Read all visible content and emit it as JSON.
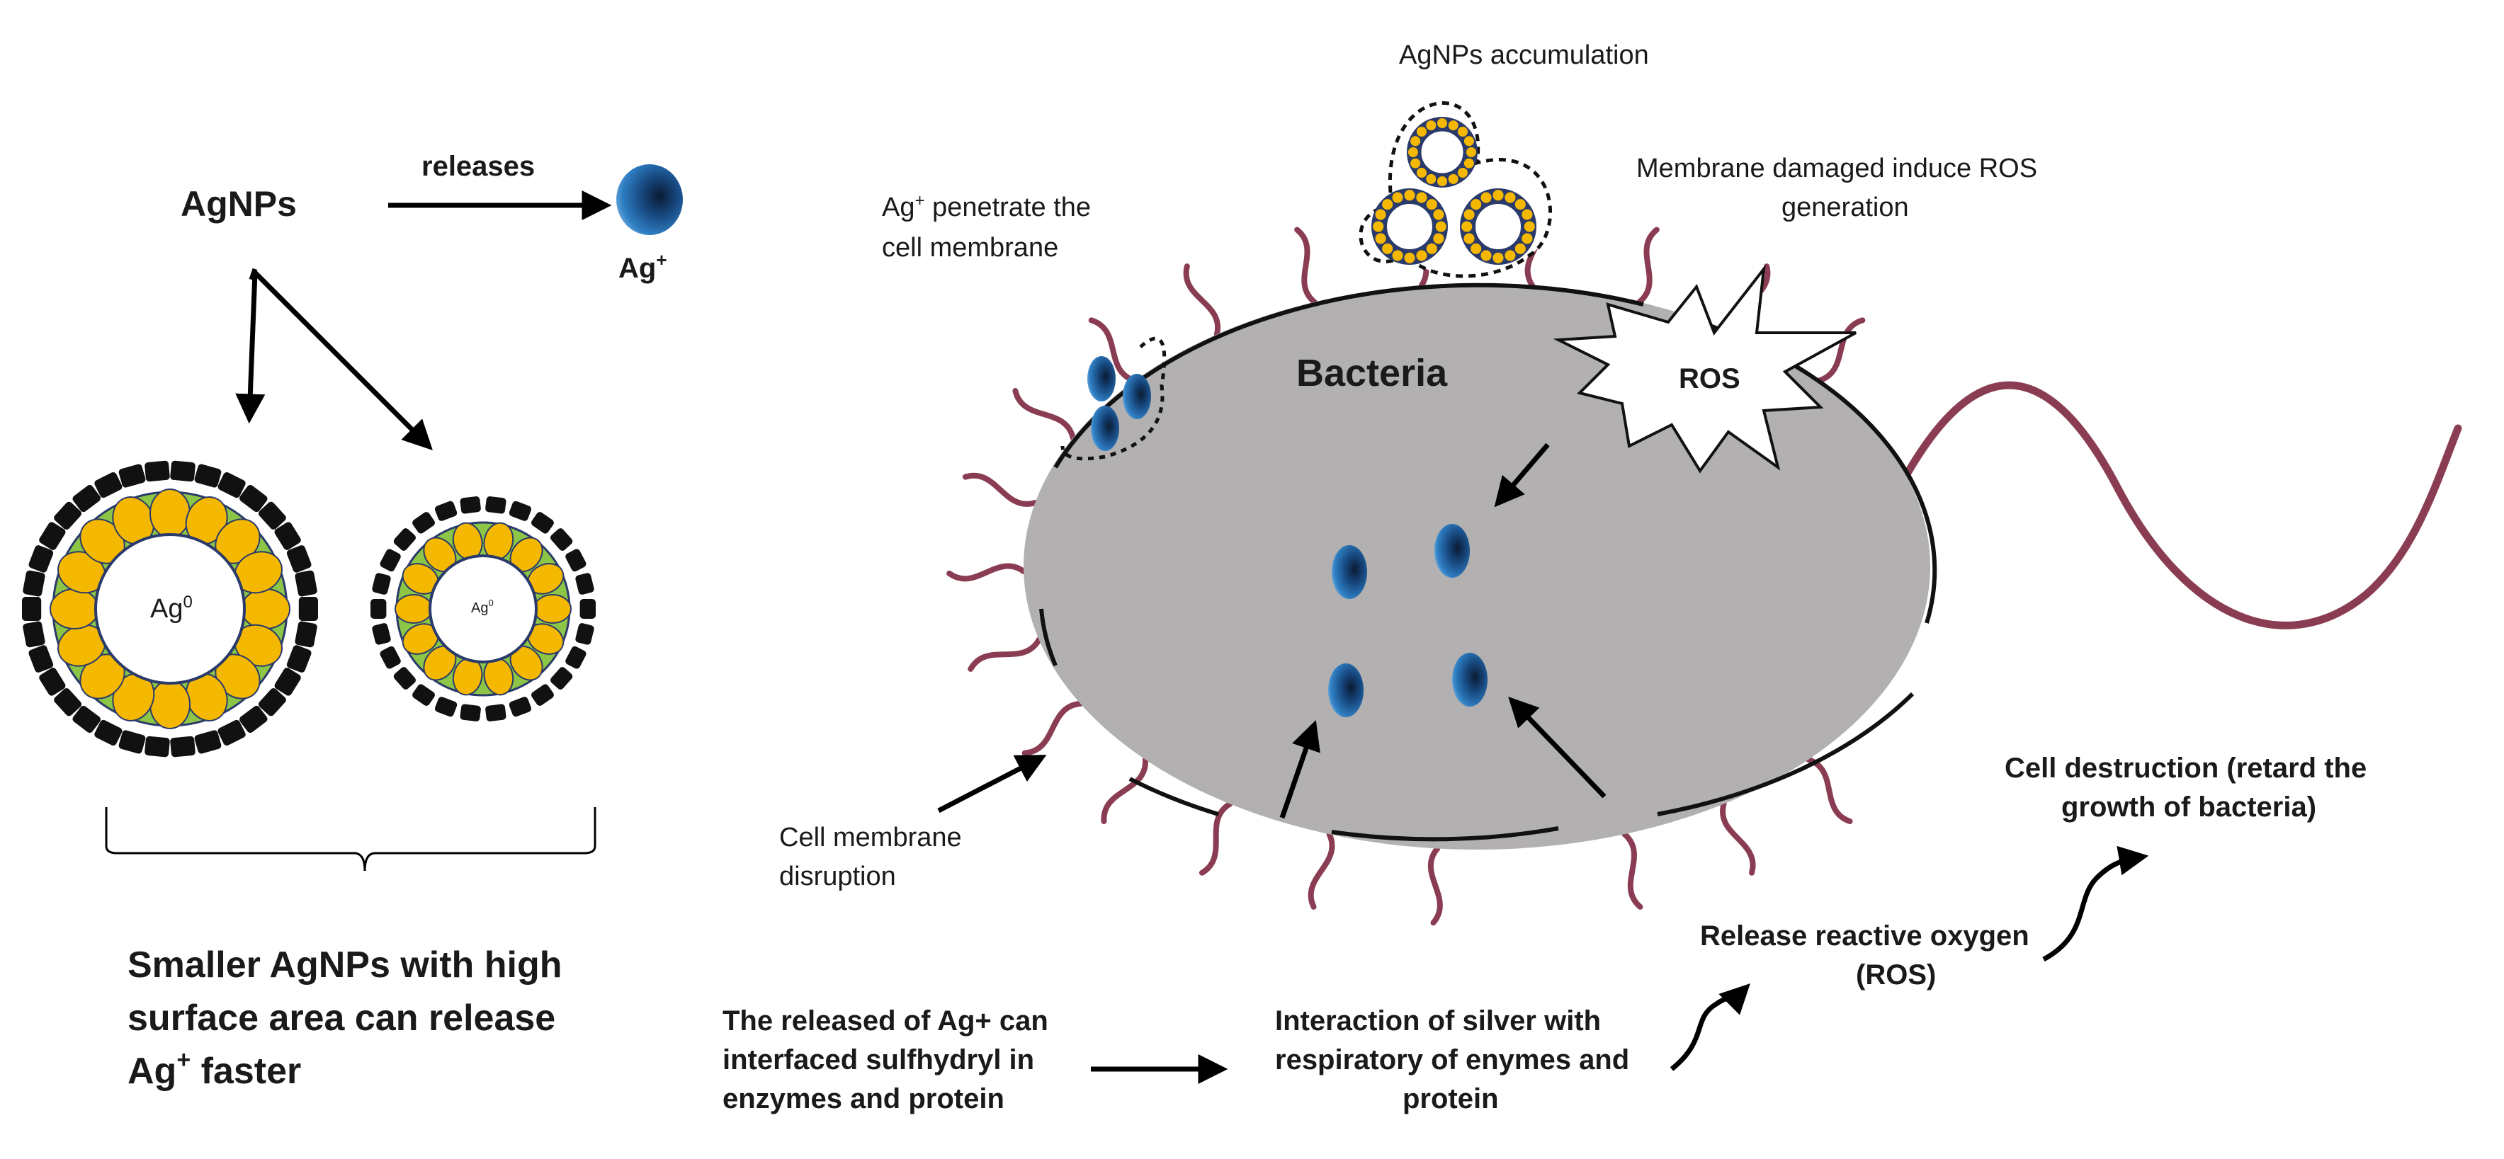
{
  "colors": {
    "background": "#ffffff",
    "bacteria_body": "#b2b0b0",
    "flagella": "#8a3d52",
    "ion_blue": "#1f5fa0",
    "shell_black": "#111111",
    "core_yellow": "#f5b800",
    "core_green": "#8dc646",
    "arrow": "#000000"
  },
  "left_panel": {
    "agnps_label": "AgNPs",
    "releases_label": "releases",
    "ag_ion_label": "Ag",
    "ag_ion_sup": "+",
    "large_core_label": "Ag",
    "large_core_sup": "0",
    "small_core_label": "Ag",
    "small_core_sup": "0",
    "summary_line1": "Smaller AgNPs with high",
    "summary_line2": "surface area can release",
    "summary_line3_main": "Ag",
    "summary_line3_sup": "+",
    "summary_line3_rest": " faster"
  },
  "right_panel": {
    "bacteria_label": "Bacteria",
    "ros_label": "ROS",
    "accumulation_label": "AgNPs accumulation",
    "membrane_damage_line1": "Membrane damaged induce ROS",
    "membrane_damage_line2": "generation",
    "penetrate_line1_main": "Ag",
    "penetrate_line1_sup": "+",
    "penetrate_line1_rest": " penetrate the",
    "penetrate_line2": "cell membrane",
    "disruption_line1": "Cell membrane",
    "disruption_line2": "disruption",
    "sulfhydryl_line1": "The released of Ag+ can",
    "sulfhydryl_line2": "interfaced sulfhydryl in",
    "sulfhydryl_line3": "enzymes and protein",
    "interaction_line1": "Interaction of silver with",
    "interaction_line2": "respiratory of enymes and",
    "interaction_line3": "protein",
    "ros_release_line1": "Release reactive oxygen",
    "ros_release_line2": "(ROS)",
    "destruction_line1": "Cell destruction (retard the",
    "destruction_line2": "growth of bacteria)"
  }
}
